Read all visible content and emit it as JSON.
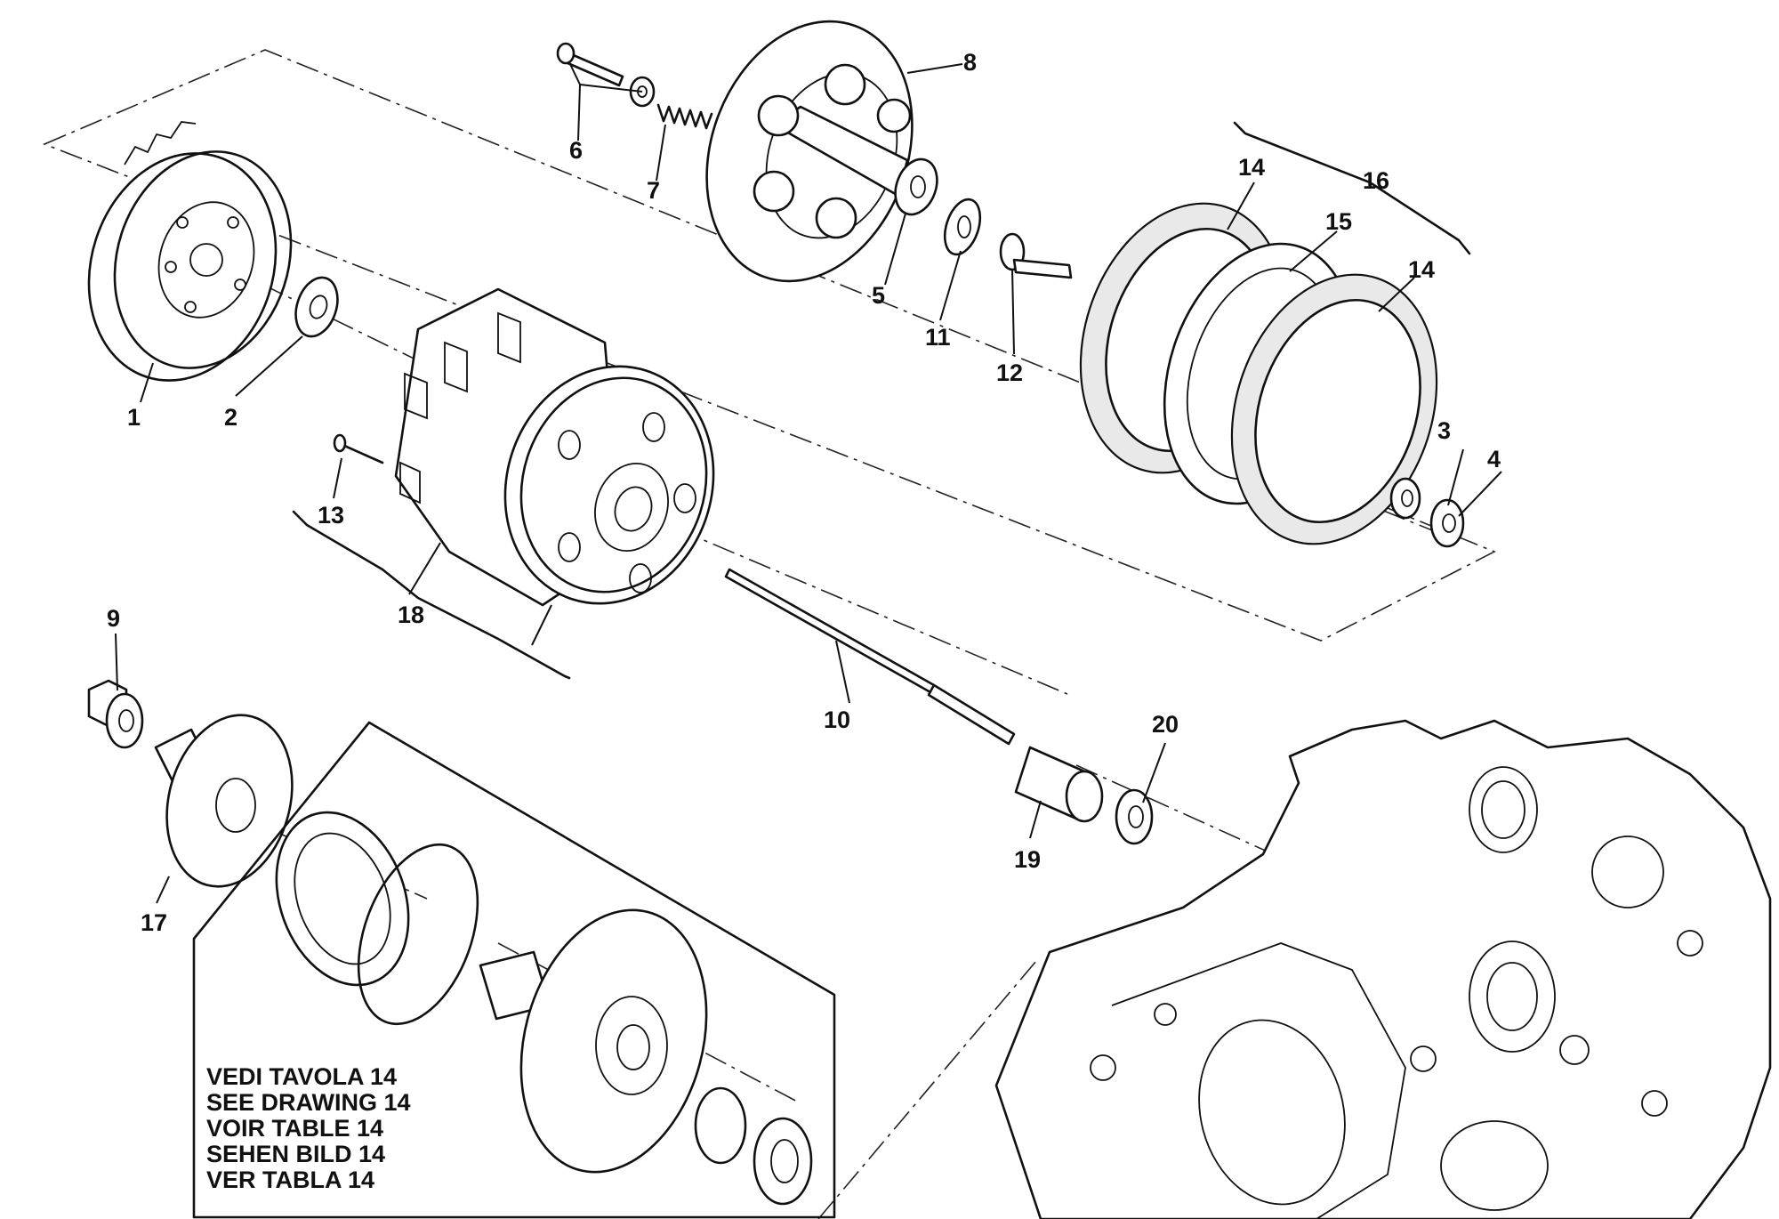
{
  "callouts": [
    {
      "id": "c1",
      "text": "1"
    },
    {
      "id": "c2",
      "text": "2"
    },
    {
      "id": "c3",
      "text": "3"
    },
    {
      "id": "c4",
      "text": "4"
    },
    {
      "id": "c5",
      "text": "5"
    },
    {
      "id": "c6",
      "text": "6"
    },
    {
      "id": "c7",
      "text": "7"
    },
    {
      "id": "c8",
      "text": "8"
    },
    {
      "id": "c9",
      "text": "9"
    },
    {
      "id": "c10",
      "text": "10"
    },
    {
      "id": "c11",
      "text": "11"
    },
    {
      "id": "c12",
      "text": "12"
    },
    {
      "id": "c13",
      "text": "13"
    },
    {
      "id": "c14a",
      "text": "14"
    },
    {
      "id": "c14b",
      "text": "14"
    },
    {
      "id": "c15",
      "text": "15"
    },
    {
      "id": "c16",
      "text": "16"
    },
    {
      "id": "c17",
      "text": "17"
    },
    {
      "id": "c18",
      "text": "18"
    },
    {
      "id": "c19",
      "text": "19"
    },
    {
      "id": "c20",
      "text": "20"
    }
  ],
  "note": {
    "lines": [
      "VEDI TAVOLA 14",
      "SEE DRAWING 14",
      "VOIR TABLE 14",
      "SEHEN BILD 14",
      "VER TABLA 14"
    ]
  }
}
